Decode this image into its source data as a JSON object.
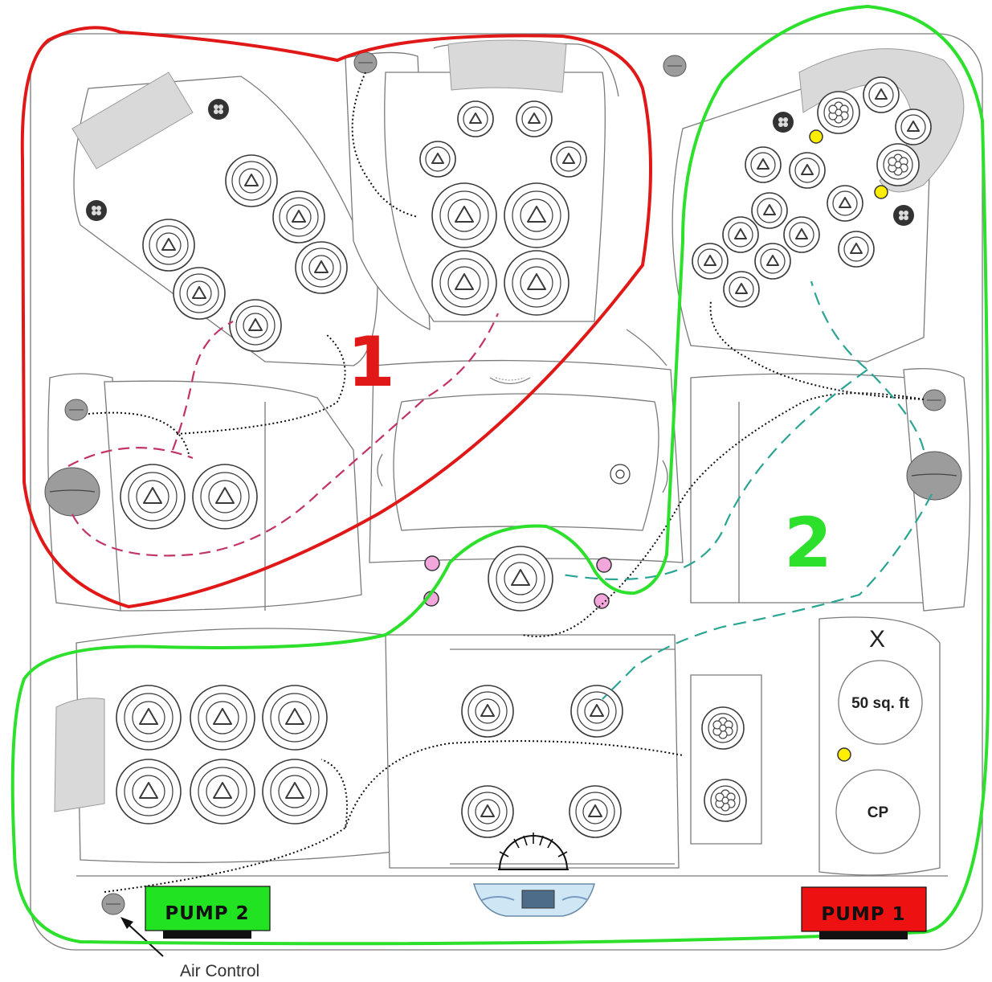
{
  "zones": [
    {
      "number": "1",
      "color": "#e01818"
    },
    {
      "number": "2",
      "color": "#2ce02c"
    }
  ],
  "pumps": [
    {
      "label": "PUMP  2",
      "color": "#22e322"
    },
    {
      "label": "PUMP  1",
      "color": "#ee1111"
    }
  ],
  "labels": {
    "filter_size": "50 sq. ft",
    "control_panel": "CP",
    "marker_x": "X",
    "air_control": "Air Control"
  },
  "legend_colors": {
    "flow_dotted": "#111111",
    "flow_magenta": "#c2336a",
    "flow_teal": "#2aa593",
    "indicator_yellow": "#ffee00",
    "indicator_pink": "#f2a6dc"
  }
}
